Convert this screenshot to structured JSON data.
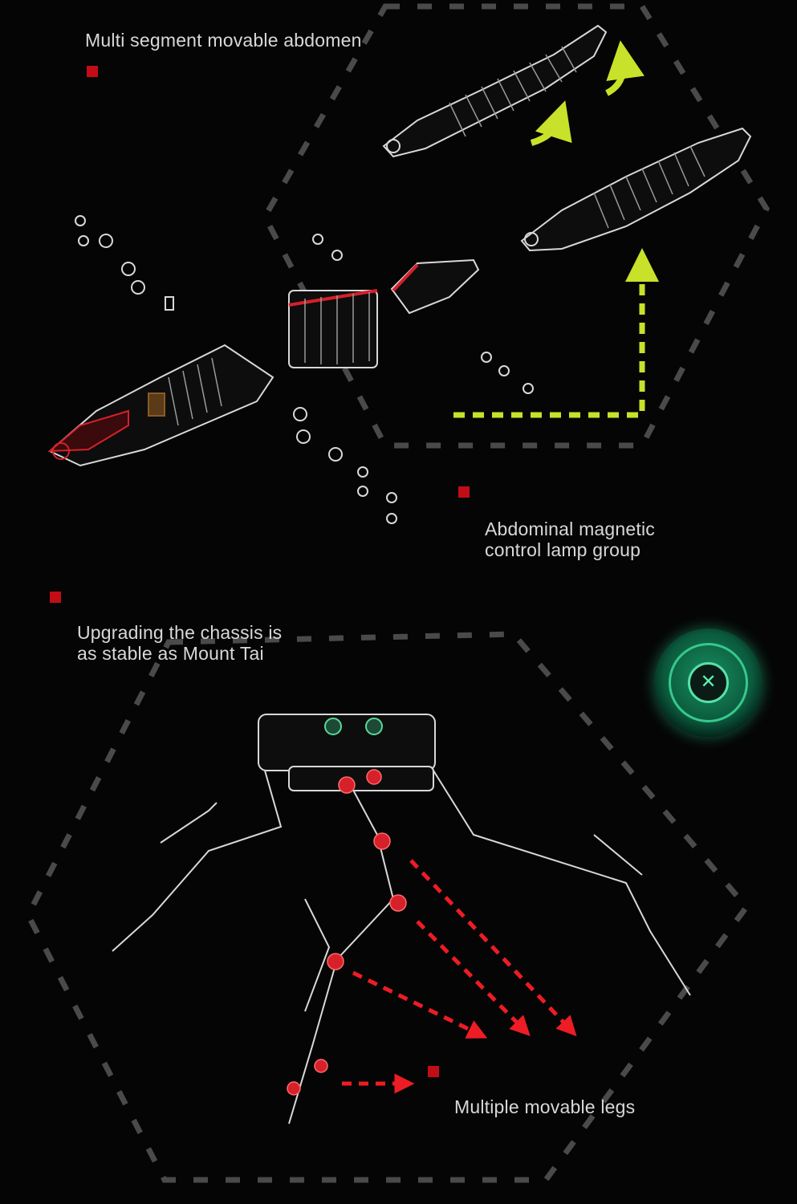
{
  "labels": {
    "abdomen": "Multi segment movable abdomen",
    "lamp_group": "Abdominal magnetic\ncontrol lamp group",
    "chassis": "Upgrading the chassis is\nas stable as Mount Tai",
    "legs": "Multiple movable legs"
  },
  "button": {
    "icon": "x-glyph",
    "glyph": "✕"
  },
  "colors": {
    "background": "#050505",
    "marker": "#c20d16",
    "dash_gray": "#4a4a4a",
    "arrow_green": "#c8e12a",
    "arrow_red": "#ee1c24",
    "line_art": "#d8d8d8",
    "highlight_red": "#d6202a",
    "button_green": "#35c98c"
  }
}
